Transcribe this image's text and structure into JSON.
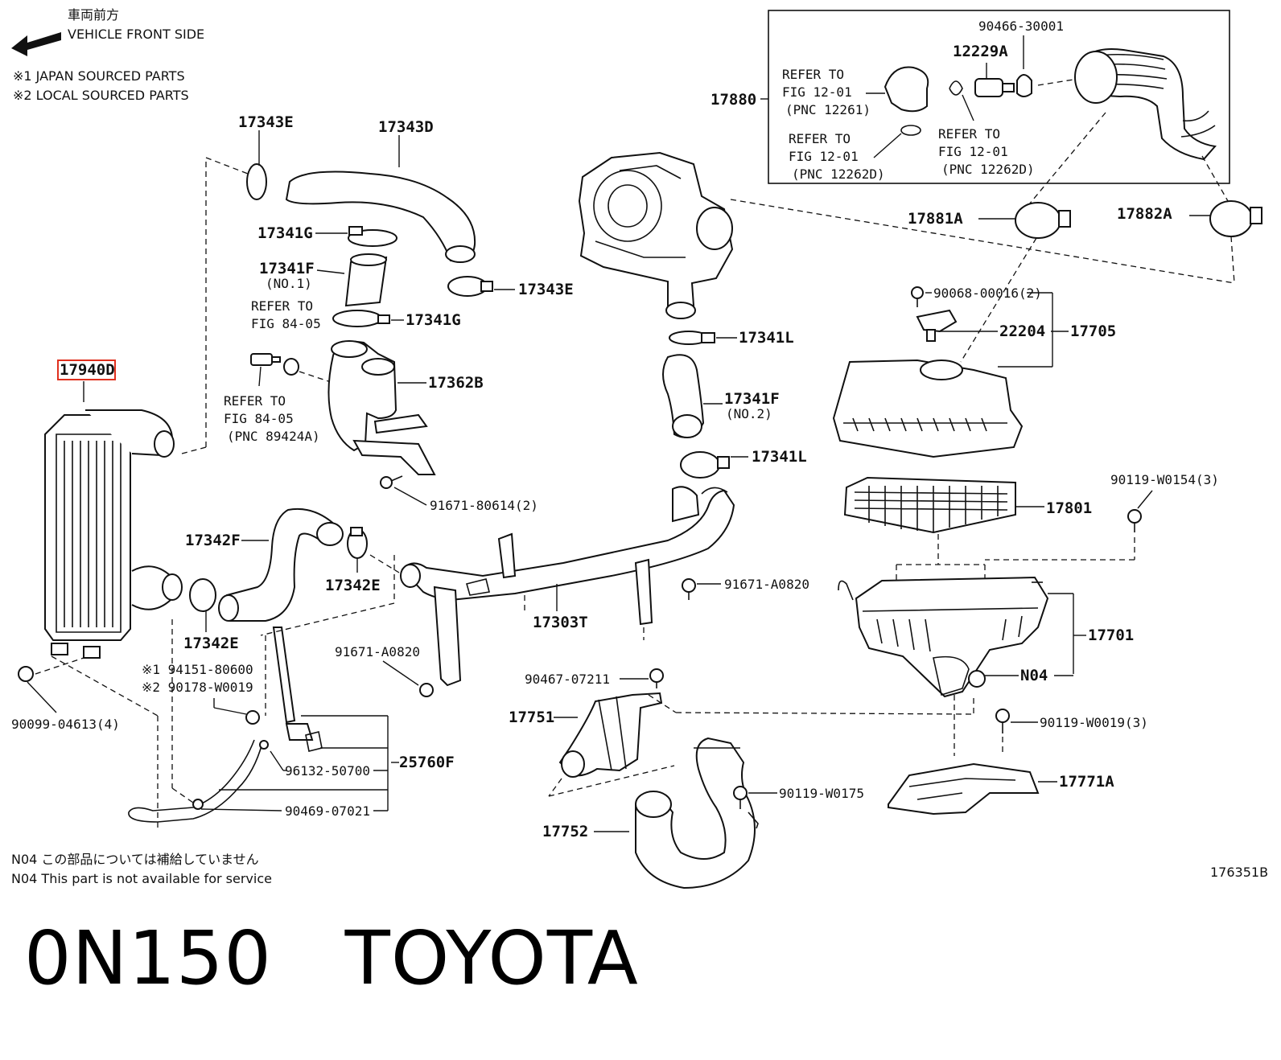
{
  "header": {
    "front_jp": "車両前方",
    "front_en": "VEHICLE FRONT SIDE",
    "japan_parts": "※1 JAPAN SOURCED PARTS",
    "local_parts": "※2 LOCAL SOURCED PARTS"
  },
  "inset": {
    "refer1_a": "REFER TO",
    "refer1_b": "FIG 12-01",
    "refer1_c": "(PNC 12261)",
    "refer2_a": "REFER TO",
    "refer2_b": "FIG 12-01",
    "refer2_c": "(PNC 12262D)",
    "refer3_a": "REFER TO",
    "refer3_b": "FIG 12-01",
    "refer3_c": "(PNC 12262D)"
  },
  "labels": {
    "p90466": "90466-30001",
    "p12229a": "12229A",
    "p17880": "17880",
    "p17881a": "17881A",
    "p17882a": "17882A",
    "p17343e_top": "17343E",
    "p17343d": "17343D",
    "p17341g_top": "17341G",
    "p17341f_left": "17341F",
    "p17341f_left_sub": "(NO.1)",
    "refer84_a": "REFER TO",
    "refer84_b": "FIG 84-05",
    "p17343e_mid": "17343E",
    "p17341g_mid": "17341G",
    "p17362b": "17362B",
    "p17940d": "17940D",
    "refer84b_a": "REFER TO",
    "refer84b_b": "FIG 84-05",
    "refer84b_c": "(PNC 89424A)",
    "p91671_80614": "91671-80614(2)",
    "p17341l_top": "17341L",
    "p17341f_right": "17341F",
    "p17341f_right_sub": "(NO.2)",
    "p17341l_bot": "17341L",
    "p90068": "90068-00016(2)",
    "p22204": "22204",
    "p17705": "17705",
    "p90119_w0154": "90119-W0154(3)",
    "p17801": "17801",
    "p17342f": "17342F",
    "p17342e_mid": "17342E",
    "p17342e_bot": "17342E",
    "p91671_a0820_r": "91671-A0820",
    "p17303t": "17303T",
    "p17701": "17701",
    "p91671_a0820_l": "91671-A0820",
    "p94151": "※1 94151-80600",
    "p90178": "※2 90178-W0019",
    "p90467": "90467-07211",
    "pn04": "N04",
    "p90099": "90099-04613(4)",
    "p17751": "17751",
    "p90119_w0019": "90119-W0019(3)",
    "p96132": "96132-50700",
    "p25760f": "25760F",
    "p17771a": "17771A",
    "p90119_w0175": "90119-W0175",
    "p90469": "90469-07021",
    "p17752": "17752"
  },
  "notes": {
    "n04_jp": "N04  この部品については補給していません",
    "n04_en": "N04  This part is not available for service",
    "fig_code": "176351B"
  },
  "footer": {
    "title": "0N150   TOYOTA"
  },
  "colors": {
    "line": "#111111",
    "highlight": "#e0301e",
    "background": "#ffffff"
  }
}
